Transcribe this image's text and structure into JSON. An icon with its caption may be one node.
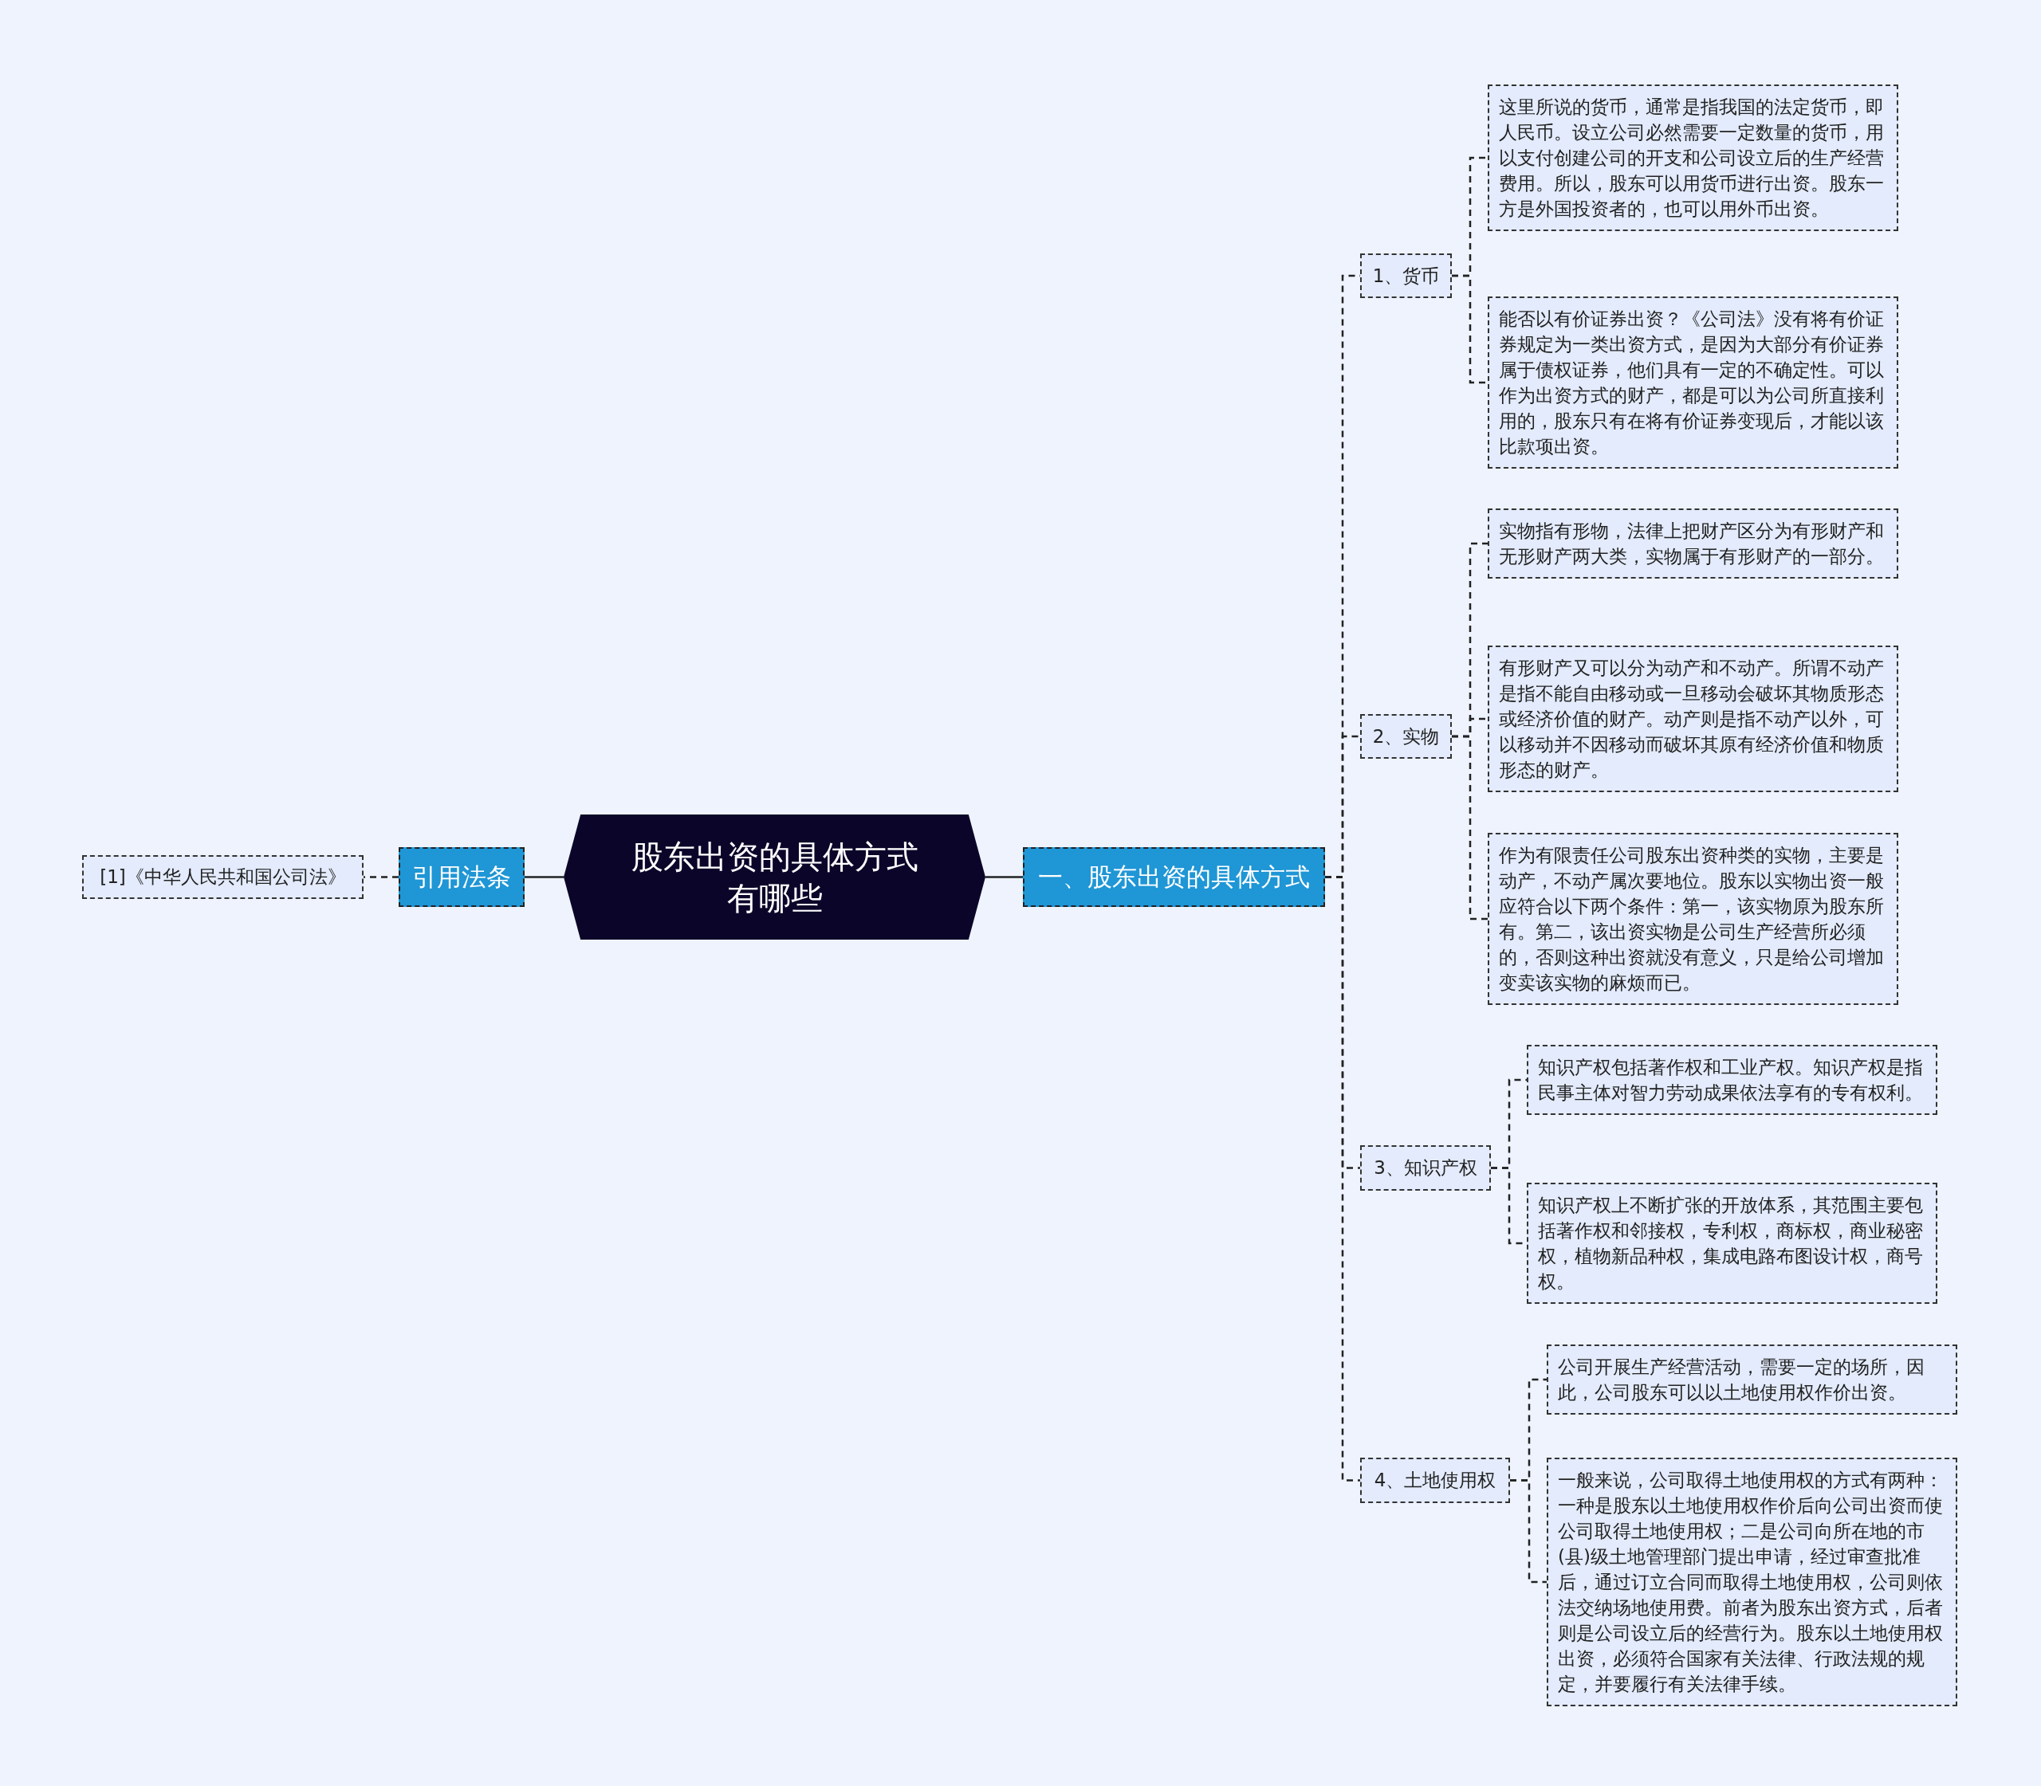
{
  "diagram": {
    "nodes": [
      {
        "text": [
          "股东出资的具体方式有哪些"
        ]
      },
      {
        "text": [
          "一、股东出资的具体方式"
        ]
      },
      {
        "text": [
          "引用法条"
        ]
      },
      {
        "text": [
          "[1]《中华人民共和国公司法》"
        ]
      },
      {
        "text": [
          "1、货币"
        ]
      },
      {
        "text": [
          "这里所说的货币，通常是指我国的法定货币，即人民币。设立公司必然需要一定数量的货币，用以支付创建公司的开支和公司设立后的生产经营费用。所以，股东可以用货币进行出资。股东一方是外国投资者的，也可以用外币出资。"
        ]
      },
      {
        "text": [
          "能否以有价证券出资？《公司法》没有将有价证券规定为一类出资方式，是因为大部分有价证券属于债权证券，他们具有一定的不确定性。可以作为出资方式的财产，都是可以为公司所直接利用的，股东只有在将有价证券变现后，才能以该比款项出资。"
        ]
      },
      {
        "text": [
          "2、实物"
        ]
      },
      {
        "text": [
          "实物指有形物，法律上把财产区分为有形财产和无形财产两大类，实物属于有形财产的一部分。"
        ]
      },
      {
        "text": [
          "有形财产又可以分为动产和不动产。所谓不动产是指不能自由移动或一旦移动会破坏其物质形态或经济价值的财产。动产则是指不动产以外，可以移动并不因移动而破坏其原有经济价值和物质形态的财产。"
        ]
      },
      {
        "text": [
          "作为有限责任公司股东出资种类的实物，主要是动产，不动产属次要地位。股东以实物出资一般应符合以下两个条件：第一，该实物原为股东所有。第二，该出资实物是公司生产经营所必须的，否则这种出资就没有意义，只是给公司增加变卖该实物的麻烦而已。"
        ]
      },
      {
        "text": [
          "3、知识产权"
        ]
      },
      {
        "text": [
          "知识产权包括著作权和工业产权。知识产权是指民事主体对智力劳动成果依法享有的专有权利。"
        ]
      },
      {
        "text": [
          "知识产权上不断扩张的开放体系，其范围主要包括著作权和邻接权，专利权，商标权，商业秘密权，植物新品种权，集成电路布图设计权，商号权。"
        ]
      },
      {
        "text": [
          "4、土地使用权"
        ]
      },
      {
        "text": [
          "公司开展生产经营活动，需要一定的场所，因此，公司股东可以以土地使用权作价出资。"
        ]
      },
      {
        "text": [
          "一般来说，公司取得土地使用权的方式有两种：一种是股东以土地使用权作价后向公司出资而使公司取得土地使用权；二是公司向所在地的市(县)级土地管理部门提出申请，经过审查批准后，通过订立合同而取得土地使用权，公司则依法交纳场地使用费。前者为股东出资方式，后者则是公司设立后的经营行为。股东以土地使用权出资，必须符合国家有关法律、行政法规的规定，并要履行有关法律手续。"
        ]
      }
    ],
    "edges": [
      {
        "from": 0,
        "to": 1,
        "arrow": "none"
      },
      {
        "from": 0,
        "to": 2,
        "arrow": "none"
      },
      {
        "from": 2,
        "to": 3,
        "arrow": "none",
        "style": "dashed"
      },
      {
        "from": 1,
        "to": 4,
        "arrow": "none",
        "style": "dashed"
      },
      {
        "from": 1,
        "to": 7,
        "arrow": "none",
        "style": "dashed"
      },
      {
        "from": 1,
        "to": 11,
        "arrow": "none",
        "style": "dashed"
      },
      {
        "from": 1,
        "to": 14,
        "arrow": "none",
        "style": "dashed"
      },
      {
        "from": 4,
        "to": 5,
        "arrow": "none",
        "style": "dashed"
      },
      {
        "from": 4,
        "to": 6,
        "arrow": "none",
        "style": "dashed"
      },
      {
        "from": 7,
        "to": 8,
        "arrow": "none",
        "style": "dashed"
      },
      {
        "from": 7,
        "to": 9,
        "arrow": "none",
        "style": "dashed"
      },
      {
        "from": 7,
        "to": 10,
        "arrow": "none",
        "style": "dashed"
      },
      {
        "from": 11,
        "to": 12,
        "arrow": "none",
        "style": "dashed"
      },
      {
        "from": 11,
        "to": 13,
        "arrow": "none",
        "style": "dashed"
      },
      {
        "from": 14,
        "to": 15,
        "arrow": "none",
        "style": "dashed"
      },
      {
        "from": 14,
        "to": 16,
        "arrow": "none",
        "style": "dashed"
      }
    ]
  }
}
